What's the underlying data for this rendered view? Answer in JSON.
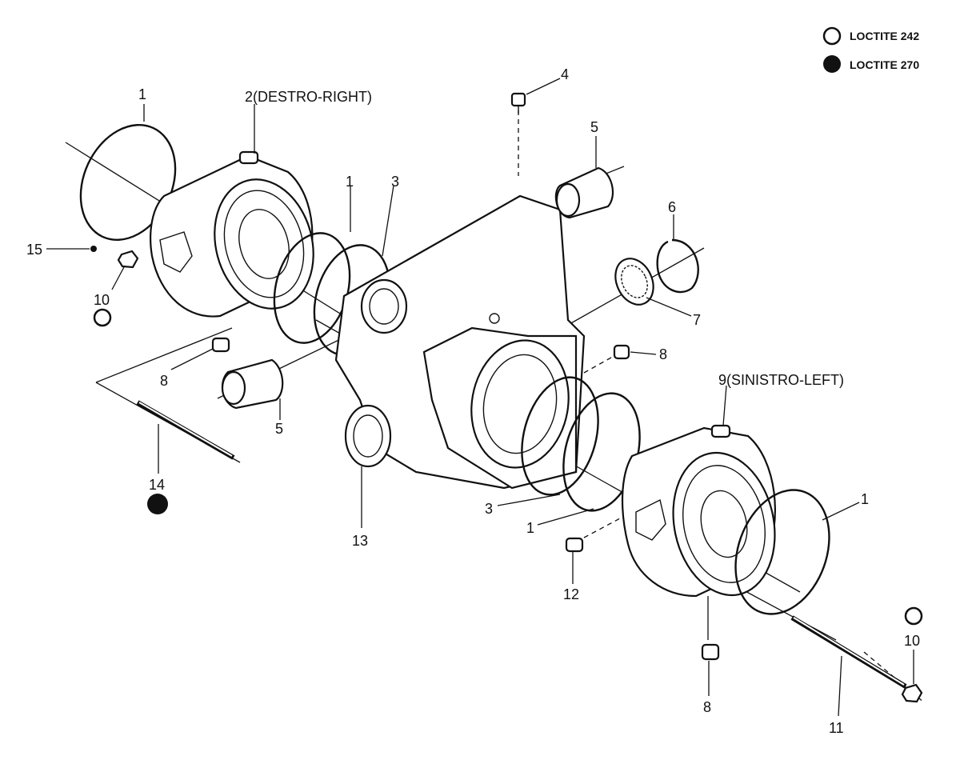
{
  "legend": {
    "items": [
      {
        "label": "LOCTITE 242",
        "fill": "none"
      },
      {
        "label": "LOCTITE 270",
        "fill": "solid"
      }
    ]
  },
  "callouts": [
    {
      "id": "c1a",
      "text": "1"
    },
    {
      "id": "c2",
      "text": "2(DESTRO-RIGHT)"
    },
    {
      "id": "c4",
      "text": "4"
    },
    {
      "id": "c5a",
      "text": "5"
    },
    {
      "id": "c1b",
      "text": "1"
    },
    {
      "id": "c3a",
      "text": "3"
    },
    {
      "id": "c6",
      "text": "6"
    },
    {
      "id": "c15",
      "text": "15"
    },
    {
      "id": "c10a",
      "text": "10"
    },
    {
      "id": "c7",
      "text": "7"
    },
    {
      "id": "c8a",
      "text": "8"
    },
    {
      "id": "c8b",
      "text": "8"
    },
    {
      "id": "c9",
      "text": "9(SINISTRO-LEFT)"
    },
    {
      "id": "c5b",
      "text": "5"
    },
    {
      "id": "c14",
      "text": "14"
    },
    {
      "id": "c3b",
      "text": "3"
    },
    {
      "id": "c1c",
      "text": "1"
    },
    {
      "id": "c1d",
      "text": "1"
    },
    {
      "id": "c13",
      "text": "13"
    },
    {
      "id": "c12",
      "text": "12"
    },
    {
      "id": "c10b",
      "text": "10"
    },
    {
      "id": "c8c",
      "text": "8"
    },
    {
      "id": "c11",
      "text": "11"
    }
  ],
  "markers": [
    {
      "id": "m10a",
      "type": "LOCTITE 242"
    },
    {
      "id": "m14",
      "type": "LOCTITE 270"
    },
    {
      "id": "m10b",
      "type": "LOCTITE 242"
    }
  ]
}
